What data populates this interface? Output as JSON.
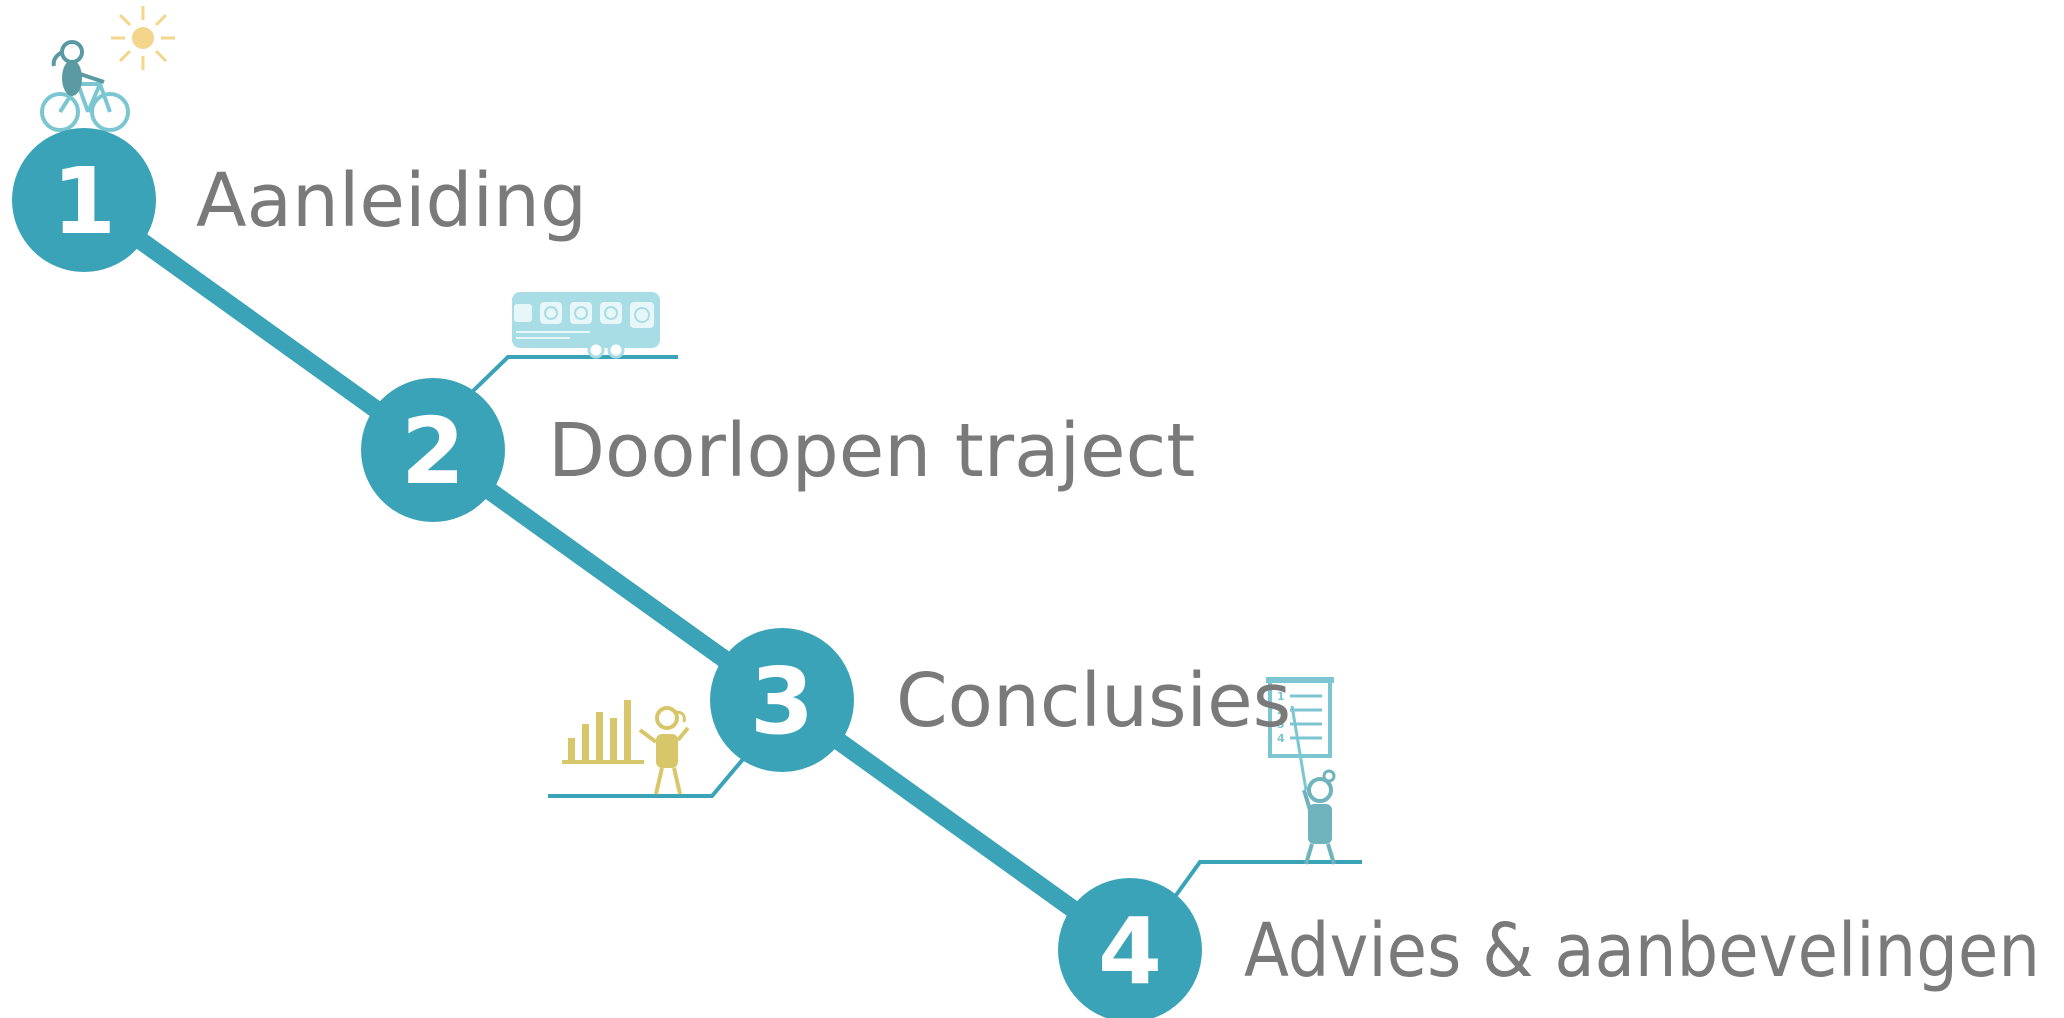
{
  "colors": {
    "teal": "#3aa3b8",
    "light_teal": "#a8dde6",
    "yellow": "#d8c76a",
    "sun": "#f3d58c",
    "text": "#7a7a7a",
    "icon_dark": "#5c9aa3"
  },
  "steps": [
    {
      "number": "1",
      "label": "Aanleiding",
      "icon": "cyclist-with-sun-icon"
    },
    {
      "number": "2",
      "label": "Doorlopen traject",
      "icon": "train-icon"
    },
    {
      "number": "3",
      "label": "Conclusies",
      "icon": "person-with-bar-chart-icon"
    },
    {
      "number": "4",
      "label": "Advies & aanbevelingen",
      "icon": "person-with-checklist-icon"
    }
  ]
}
